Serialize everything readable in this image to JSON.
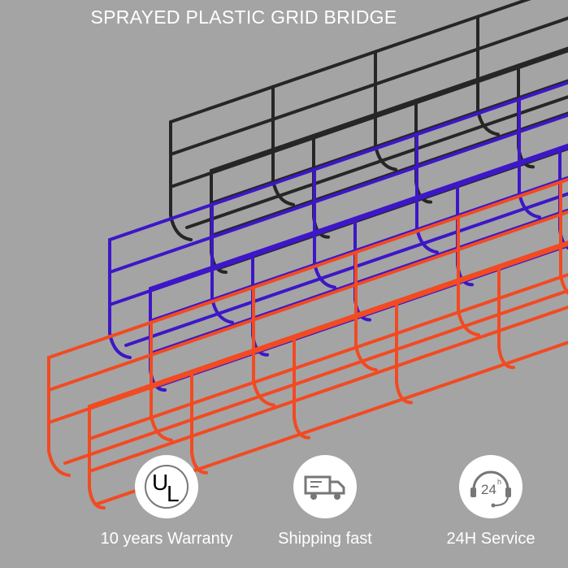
{
  "title": "SPRAYED PLASTIC GRID BRIDGE",
  "colors": {
    "background": "#a4a4a4",
    "tray_black": "#262626",
    "tray_blue": "#3d17c7",
    "tray_orange": "#f24a22",
    "icon_circle": "#ffffff",
    "icon_stroke": "#777777"
  },
  "features": [
    {
      "icon": "ul-certification-icon",
      "icon_text_u": "U",
      "icon_text_l": "L",
      "label": "10 years Warranty"
    },
    {
      "icon": "delivery-truck-icon",
      "label": "Shipping fast"
    },
    {
      "icon": "headset-support-icon",
      "icon_text": "24",
      "icon_sup": "h",
      "label": "24H Service"
    }
  ]
}
